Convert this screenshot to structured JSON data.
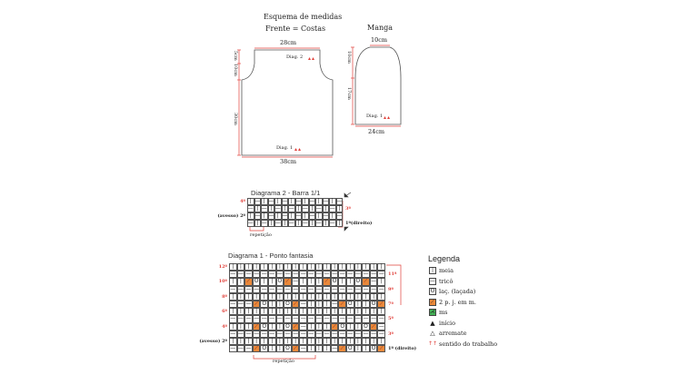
{
  "schema": {
    "title": "Esquema de medidas",
    "subtitle": "Frente = Costas",
    "body": {
      "top_width": "28cm",
      "bottom_width": "38cm",
      "shoulder_height": "5cm",
      "armhole_height": "10cm",
      "body_height": "30cm",
      "diag_top": "Diag. 2",
      "diag_bottom": "Diag. 1"
    },
    "sleeve": {
      "title": "Manga",
      "top_width": "10cm",
      "bottom_width": "24cm",
      "cap_height": "10cm",
      "length": "17cm",
      "diag": "Diag. 1"
    }
  },
  "diagram2": {
    "title": "Diagrama 2 - Barra 1/1",
    "rows": [
      "I-I-I-I-I-I-I-",
      "-I-I-I-I-I-I-I",
      "I-I-I-I-I-I-I-",
      "-I-I-I-I-I-I-I"
    ],
    "left_labels": [
      "4ª",
      "",
      "(avesso) 2ª",
      ""
    ],
    "right_labels": [
      "",
      "3ª",
      "",
      "1ª(direito)"
    ],
    "repeat_label": "repetição"
  },
  "diagram1": {
    "title": "Diagrama 1 - Ponto fantasia",
    "rows": [
      "IIIIIIIIIIIIIIIIIIII",
      "--------------------",
      "IIAOIIOA-IIIAOIIOA-I",
      "--------------------",
      "IIIIIIIIIIIIIIIIIIII",
      "---AOIIOA-III-AOIIOA",
      "IIIIIIIIIIIIIIIIIIII",
      "--------------------",
      "IIIAOIIOA-IIIAOIIOA-",
      "--------------------",
      "IIIIIIIIIIIIIIIIIIII",
      "---AOIIOA-III-AOIIOA"
    ],
    "left_labels": [
      "12ª",
      "",
      "10ª",
      "",
      "8ª",
      "",
      "6ª",
      "",
      "4ª",
      "",
      "(avesso) 2ª",
      ""
    ],
    "right_labels": [
      "",
      "11ª",
      "",
      "9ª",
      "",
      "7ª",
      "",
      "5ª",
      "",
      "3ª",
      "",
      "1ª (direito)"
    ],
    "repeat_label": "repetição"
  },
  "legend": {
    "title": "Legenda",
    "items": [
      {
        "sym": "I",
        "label": "meia"
      },
      {
        "sym": "-",
        "label": "tricô"
      },
      {
        "sym": "O",
        "label": "laç. (laçada)"
      },
      {
        "sym": "A",
        "label": "2 p. j. em m."
      },
      {
        "sym": "X",
        "label": "ms"
      },
      {
        "sym": "start",
        "label": "início"
      },
      {
        "sym": "end",
        "label": "arremate"
      },
      {
        "sym": "dir",
        "label": "sentido do trabalho"
      }
    ]
  },
  "colors": {
    "red": "#e0413b",
    "green": "#2e9a3f",
    "orange": "#e9883a",
    "line": "#555555"
  }
}
